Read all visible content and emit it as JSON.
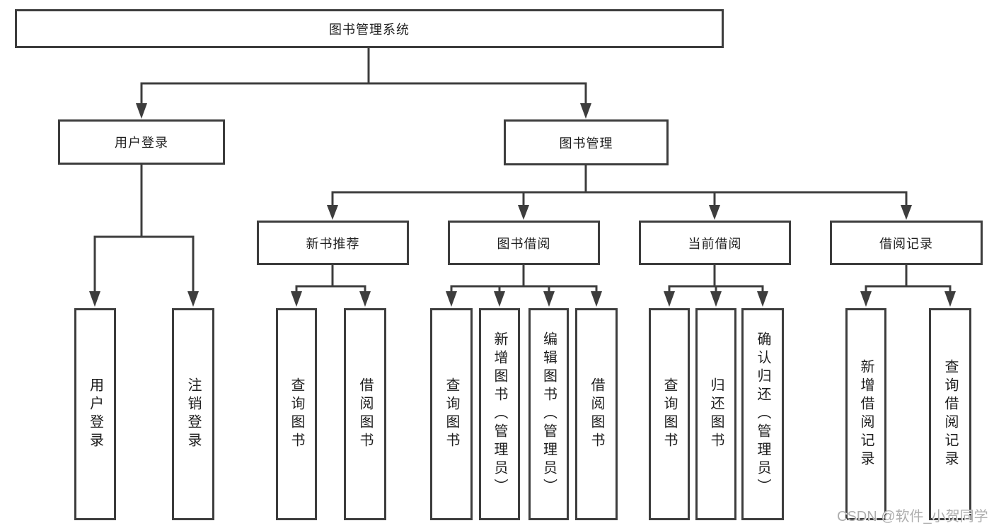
{
  "tree": {
    "label": "图书管理系统",
    "children": [
      {
        "label": "用户登录",
        "children": [
          {
            "label": "用户登录"
          },
          {
            "label": "注销登录"
          }
        ]
      },
      {
        "label": "图书管理",
        "children": [
          {
            "label": "新书推荐",
            "children": [
              {
                "label": "查询图书"
              },
              {
                "label": "借阅图书"
              }
            ]
          },
          {
            "label": "图书借阅",
            "children": [
              {
                "label": "查询图书"
              },
              {
                "label": "新增图书（管理员）"
              },
              {
                "label": "编辑图书（管理员）"
              },
              {
                "label": "借阅图书"
              }
            ]
          },
          {
            "label": "当前借阅",
            "children": [
              {
                "label": "查询图书"
              },
              {
                "label": "归还图书"
              },
              {
                "label": "确认归还（管理员）"
              }
            ]
          },
          {
            "label": "借阅记录",
            "children": [
              {
                "label": "新增借阅记录"
              },
              {
                "label": "查询借阅记录"
              }
            ]
          }
        ]
      }
    ]
  },
  "watermark": {
    "text": "CSDN @软件_小贺同学"
  },
  "colors": {
    "line": "#3d3d3d",
    "box_border": "#3d3d3d",
    "box_background": "#ffffff",
    "text": "#1f1f1f",
    "watermark": "#aeaeae"
  }
}
